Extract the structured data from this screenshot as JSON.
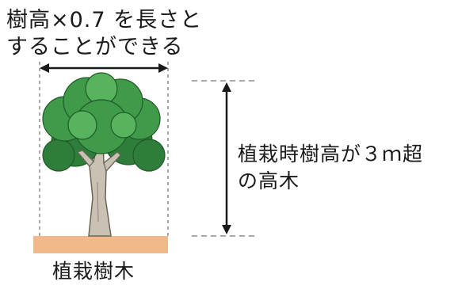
{
  "captions": {
    "crown_width_line1": "樹高×0.7 を長さと",
    "crown_width_line2": "することができる",
    "height_line1": "植栽時樹高が３ｍ超",
    "height_line2": "の高木",
    "tree_label": "植栽樹木"
  },
  "icons": {
    "tree": "tree-icon",
    "width_arrow": "double-headed-horizontal-arrow-icon",
    "height_arrow": "double-headed-vertical-arrow-icon"
  },
  "colors": {
    "foliage_dark": "#2f7d3a",
    "foliage_mid": "#3f9a4a",
    "foliage_light": "#58b35f",
    "trunk": "#c9c2b4",
    "ground": "#f0b98a",
    "line": "#1a1a1a"
  }
}
